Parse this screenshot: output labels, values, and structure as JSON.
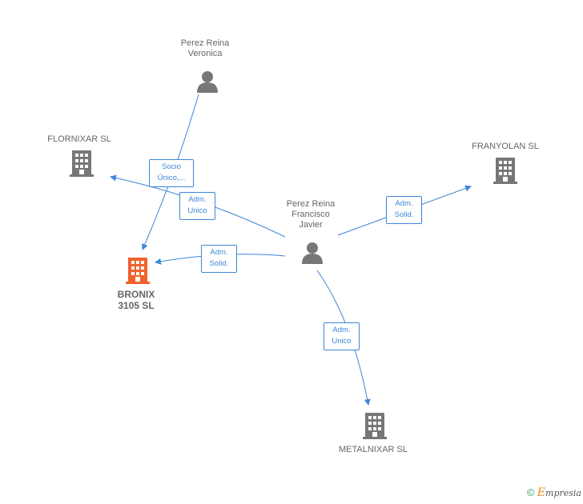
{
  "nodes": {
    "veronica": {
      "label": "Perez Reina\nVeronica",
      "kind": "person"
    },
    "francisco": {
      "label": "Perez Reina\nFrancisco\nJavier",
      "kind": "person"
    },
    "flornixar": {
      "label": "FLORNIXAR  SL",
      "kind": "company"
    },
    "franyolan": {
      "label": "FRANYOLAN SL",
      "kind": "company"
    },
    "bronix": {
      "label": "BRONIX\n3105 SL",
      "kind": "company-focus"
    },
    "metalnixar": {
      "label": "METALNIXAR SL",
      "kind": "company"
    }
  },
  "edges": {
    "veronica_bronix": "Socio\nÚnico,...",
    "francisco_flornixar": "Adm.\nUnico",
    "francisco_franyolan": "Adm.\nSolid.",
    "francisco_bronix": "Adm.\nSolid.",
    "francisco_metalnixar": "Adm.\nUnico"
  },
  "colors": {
    "edge": "#3d86d8",
    "icon": "#777777",
    "focus": "#f0622d"
  },
  "footer": {
    "copyright": "©",
    "brand_first": "E",
    "brand_rest": "mpresia"
  }
}
